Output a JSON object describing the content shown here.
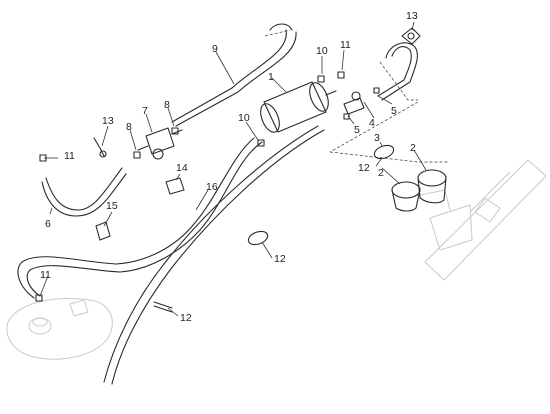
{
  "diagram": {
    "callouts": {
      "c1": "1",
      "c2a": "2",
      "c2b": "2",
      "c3": "3",
      "c4": "4",
      "c5a": "5",
      "c5b": "5",
      "c6": "6",
      "c7": "7",
      "c8a": "8",
      "c8b": "8",
      "c9": "9",
      "c10a": "10",
      "c10b": "10",
      "c11a": "11",
      "c11b": "11",
      "c11c": "11",
      "c12a": "12",
      "c12b": "12",
      "c12c": "12",
      "c13a": "13",
      "c13b": "13",
      "c14": "14",
      "c15": "15",
      "c16": "16"
    }
  }
}
